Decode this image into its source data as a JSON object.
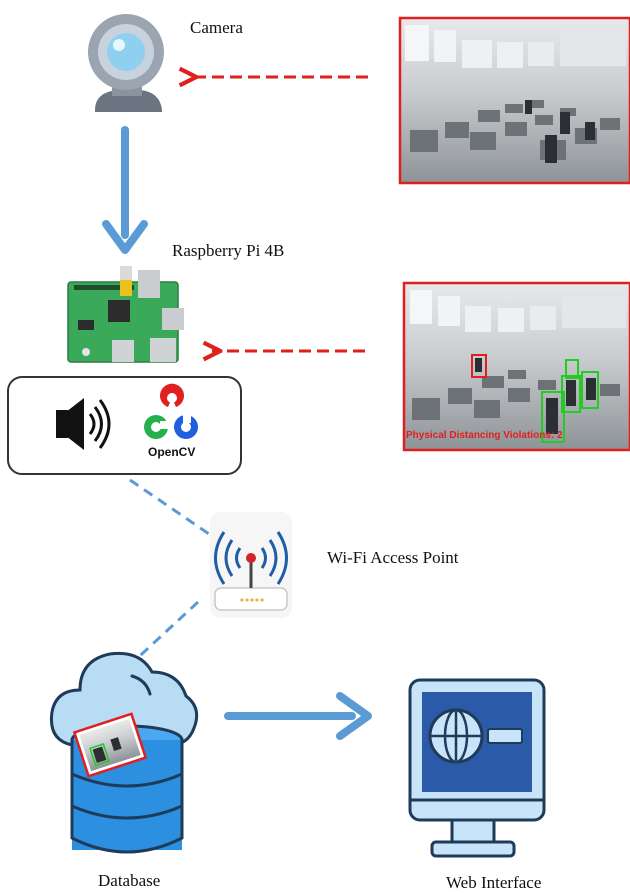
{
  "labels": {
    "camera": "Camera",
    "raspberry": "Raspberry Pi 4B",
    "wifi": "Wi-Fi Access Point",
    "database": "Database",
    "web": "Web Interface"
  },
  "opencv_text": "OpenCV",
  "detection_overlay": "Physical Distancing Violations: 2",
  "colors": {
    "flow_arrow": "#5b9bd5",
    "dashed_arrow": "#e0201b",
    "detect_green": "#22cc22",
    "detect_red": "#e02020"
  },
  "icons": [
    "camera-icon",
    "raspberry-pi-board-icon",
    "speaker-icon",
    "opencv-logo-icon",
    "wifi-router-icon",
    "cloud-database-icon",
    "monitor-icon"
  ]
}
